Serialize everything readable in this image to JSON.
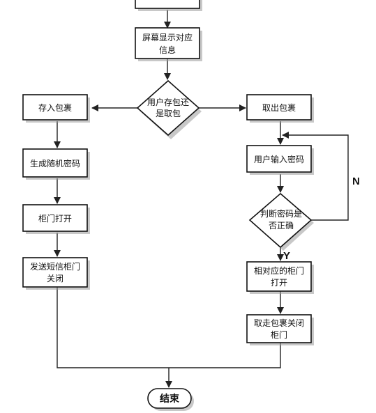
{
  "nodes": {
    "screen_display": [
      "屏幕显示对应",
      "信息"
    ],
    "choose_deposit_or_pickup": [
      "用户存包还",
      "是取包"
    ],
    "deposit_package": [
      "存入包裹"
    ],
    "generate_password": [
      "生成随机密码"
    ],
    "cabinet_open": [
      "柜门打开"
    ],
    "send_sms": [
      "发送短信柜门",
      "关闭"
    ],
    "pickup_package": [
      "取出包裹"
    ],
    "enter_password": [
      "用户输入密码"
    ],
    "check_password": [
      "判断密码是",
      "否正确"
    ],
    "open_corresponding": [
      "相对应的柜门",
      "打开"
    ],
    "take_and_close": [
      "取走包裹关闭",
      "柜门"
    ],
    "end": [
      "结束"
    ]
  },
  "edge_labels": {
    "no": "N",
    "yes": "Y"
  },
  "colors": {
    "stroke": "#111111",
    "fill": "#ffffff",
    "shadow": "#9a9a9a",
    "text": "#111111"
  }
}
